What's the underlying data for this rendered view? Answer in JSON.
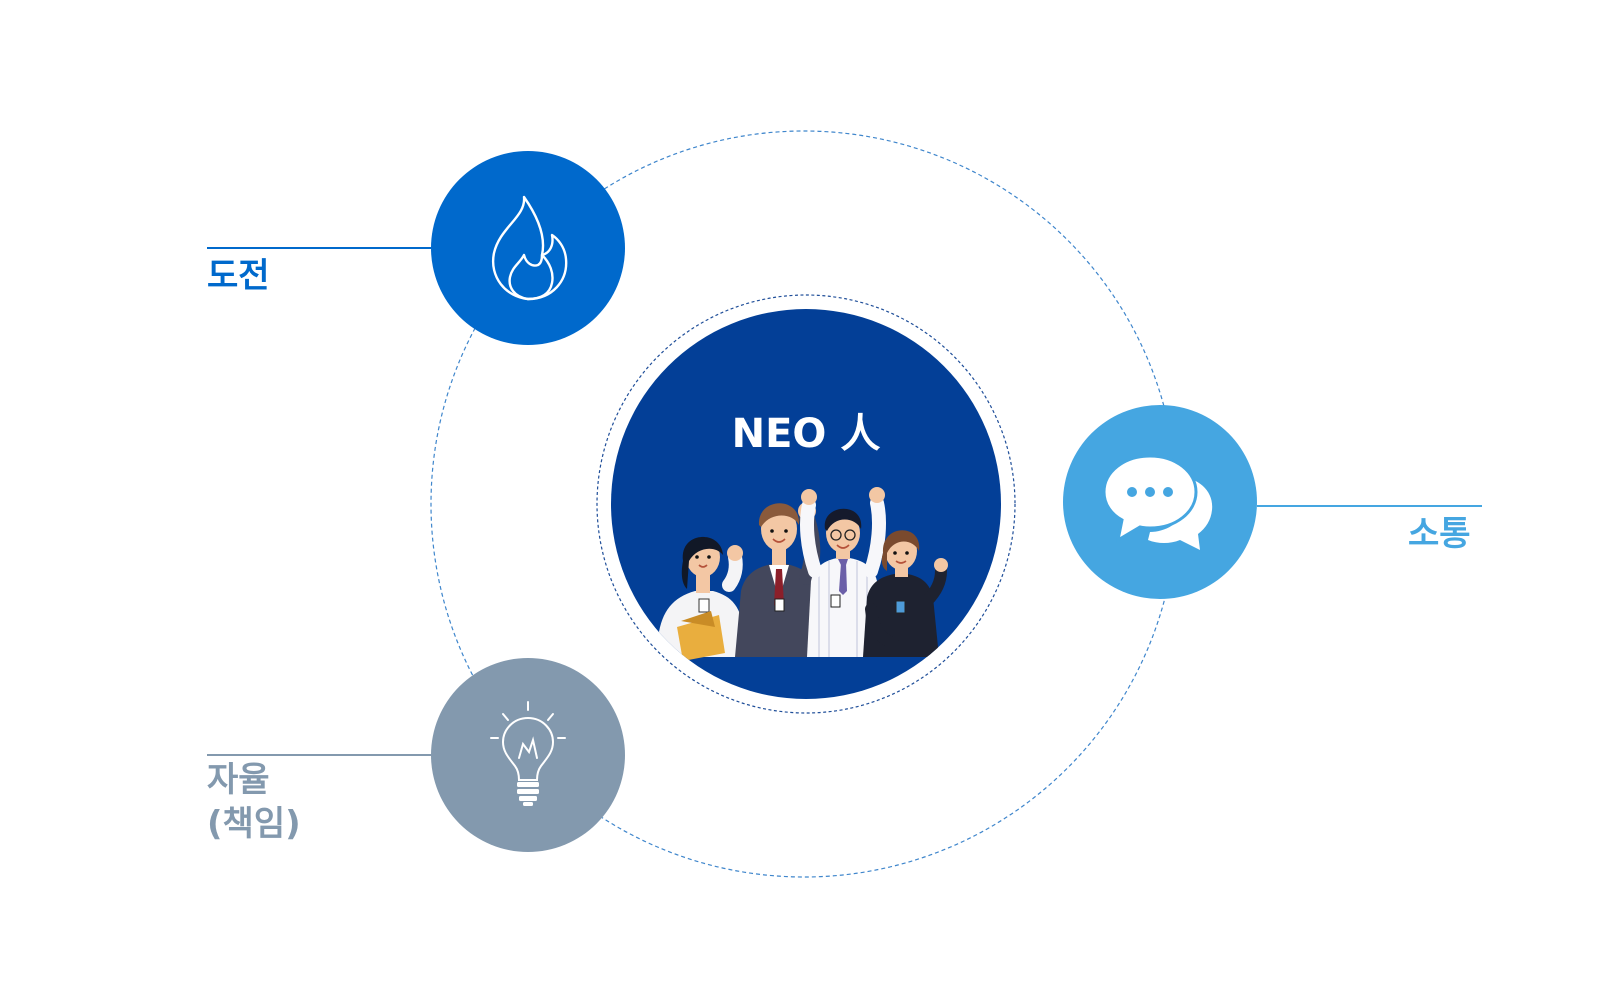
{
  "center": {
    "title": "NEO 人",
    "color": "#033F97"
  },
  "nodes": [
    {
      "id": "challenge",
      "label": "도전",
      "icon": "flame-icon",
      "color": "#0069CC",
      "text_color": "#0069CC"
    },
    {
      "id": "communication",
      "label": "소통",
      "icon": "chat-bubbles-icon",
      "color": "#45A6E1",
      "text_color": "#45A6E1"
    },
    {
      "id": "autonomy",
      "label_lines": [
        "자율",
        "(책임)"
      ],
      "icon": "lightbulb-icon",
      "color": "#8399AE",
      "text_color": "#8399AE"
    }
  ],
  "orbit_color": "#3F86CC"
}
